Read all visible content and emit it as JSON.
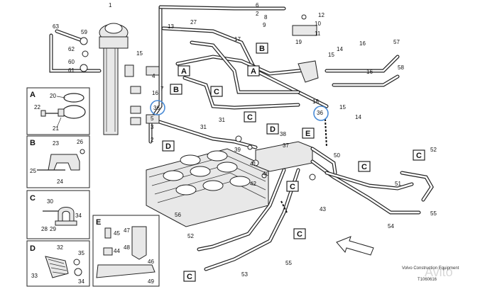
{
  "diagram": {
    "reference": "T1060616",
    "watermark": "Avito",
    "watermark_sub": "Volvo Construction Equipment",
    "insets": [
      {
        "letter": "A",
        "parts": [
          "20",
          "22",
          "21"
        ]
      },
      {
        "letter": "B",
        "parts": [
          "23",
          "26",
          "25",
          "24"
        ]
      },
      {
        "letter": "C",
        "parts": [
          "30",
          "34",
          "28",
          "29"
        ]
      },
      {
        "letter": "D",
        "parts": [
          "32",
          "35",
          "33",
          "34"
        ]
      },
      {
        "letter": "E",
        "parts": [
          "45",
          "47",
          "48",
          "44",
          "46",
          "49"
        ]
      }
    ],
    "callouts": [
      "A",
      "B",
      "C",
      "D",
      "E"
    ],
    "part_numbers": [
      "1",
      "2",
      "3",
      "4",
      "5",
      "6",
      "7",
      "8",
      "9",
      "10",
      "11",
      "12",
      "13",
      "14",
      "15",
      "16",
      "17",
      "18",
      "19",
      "27",
      "31",
      "36",
      "37",
      "38",
      "39",
      "40",
      "41",
      "42",
      "43",
      "50",
      "51",
      "52",
      "53",
      "54",
      "55",
      "56",
      "57",
      "58",
      "59",
      "60",
      "61",
      "62",
      "63"
    ]
  }
}
